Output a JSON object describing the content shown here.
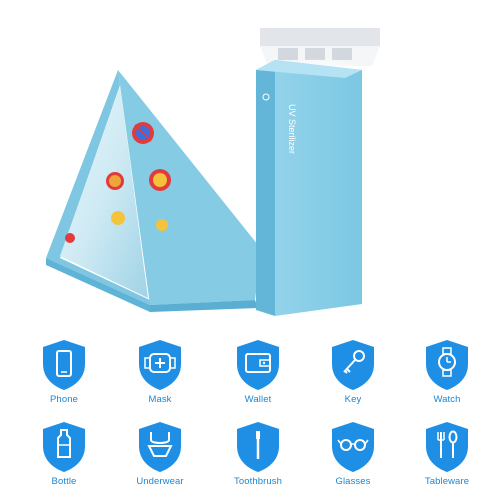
{
  "product": {
    "side_text": "UV Sterilizer"
  },
  "colors": {
    "accent": "#1a86d6",
    "shield": "#1f8fe6",
    "box_blue": "#79c6e2",
    "box_light": "#a6dcef"
  },
  "items_row1": [
    {
      "label": "Phone",
      "icon": "phone-icon"
    },
    {
      "label": "Mask",
      "icon": "mask-icon"
    },
    {
      "label": "Wallet",
      "icon": "wallet-icon"
    },
    {
      "label": "Key",
      "icon": "key-icon"
    },
    {
      "label": "Watch",
      "icon": "watch-icon"
    }
  ],
  "items_row2": [
    {
      "label": "Bottle",
      "icon": "bottle-icon"
    },
    {
      "label": "Underwear",
      "icon": "underwear-icon"
    },
    {
      "label": "Toothbrush",
      "icon": "toothbrush-icon"
    },
    {
      "label": "Glasses",
      "icon": "glasses-icon"
    },
    {
      "label": "Tableware",
      "icon": "tableware-icon"
    }
  ]
}
